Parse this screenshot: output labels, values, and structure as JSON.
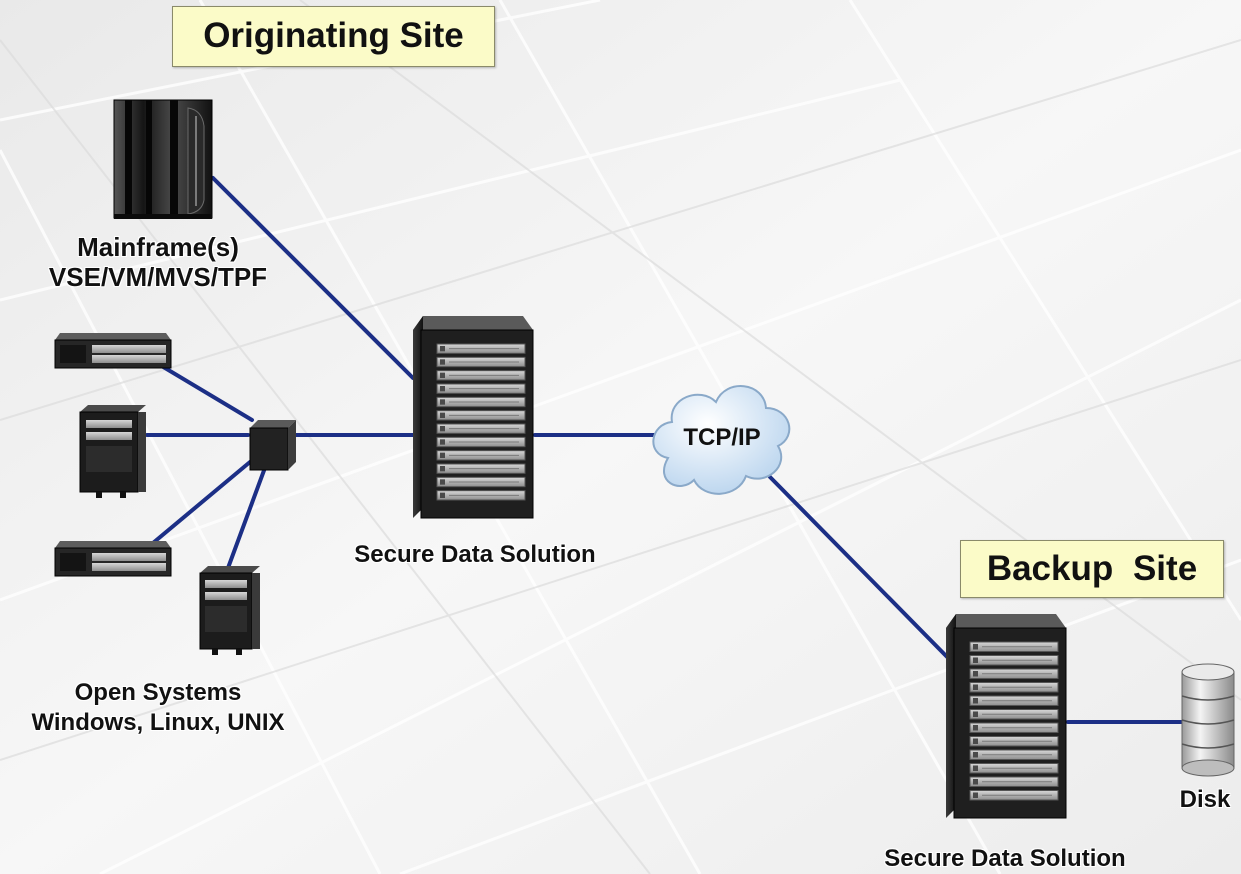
{
  "originating_site": {
    "title": "Originating Site"
  },
  "backup_site": {
    "title": "Backup  Site"
  },
  "mainframe": {
    "line1": "Mainframe(s)",
    "line2": "VSE/VM/MVS/TPF"
  },
  "open_systems": {
    "line1": "Open Systems",
    "line2": "Windows, Linux, UNIX"
  },
  "secure_data_solution_primary": {
    "label": "Secure Data Solution"
  },
  "secure_data_solution_backup": {
    "label": "Secure Data Solution"
  },
  "network": {
    "label": "TCP/IP"
  },
  "disk": {
    "label": "Disk"
  },
  "colors": {
    "link_line": "#1c2f86",
    "site_box_fill": "#fbfbc8",
    "cloud_fill": "#d8e8f7",
    "server_dark": "#1f1f1f",
    "drive_bay": "#b8b8b8",
    "background": "#f1f1f1"
  },
  "icons": {
    "mainframe": "mainframe-icon",
    "rack_unit": "rack-server-icon",
    "tower": "tower-server-icon",
    "switch": "network-switch-icon",
    "server_rack": "server-rack-icon",
    "cloud": "cloud-icon",
    "disk": "disk-icon"
  }
}
